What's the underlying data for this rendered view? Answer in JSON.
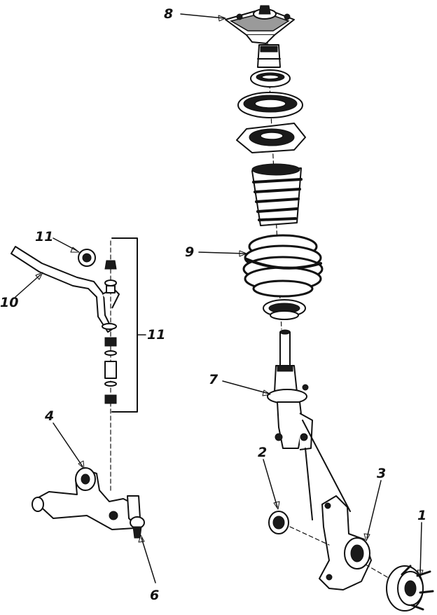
{
  "callouts": {
    "c1": "1",
    "c2": "2",
    "c3": "3",
    "c4": "4",
    "c6": "6",
    "c7": "7",
    "c8": "8",
    "c9": "9",
    "c10": "10",
    "c11a": "11",
    "c11b": "11"
  },
  "colors": {
    "ink": "#111111",
    "paper": "#ffffff",
    "shade": "#9a9a9a"
  }
}
